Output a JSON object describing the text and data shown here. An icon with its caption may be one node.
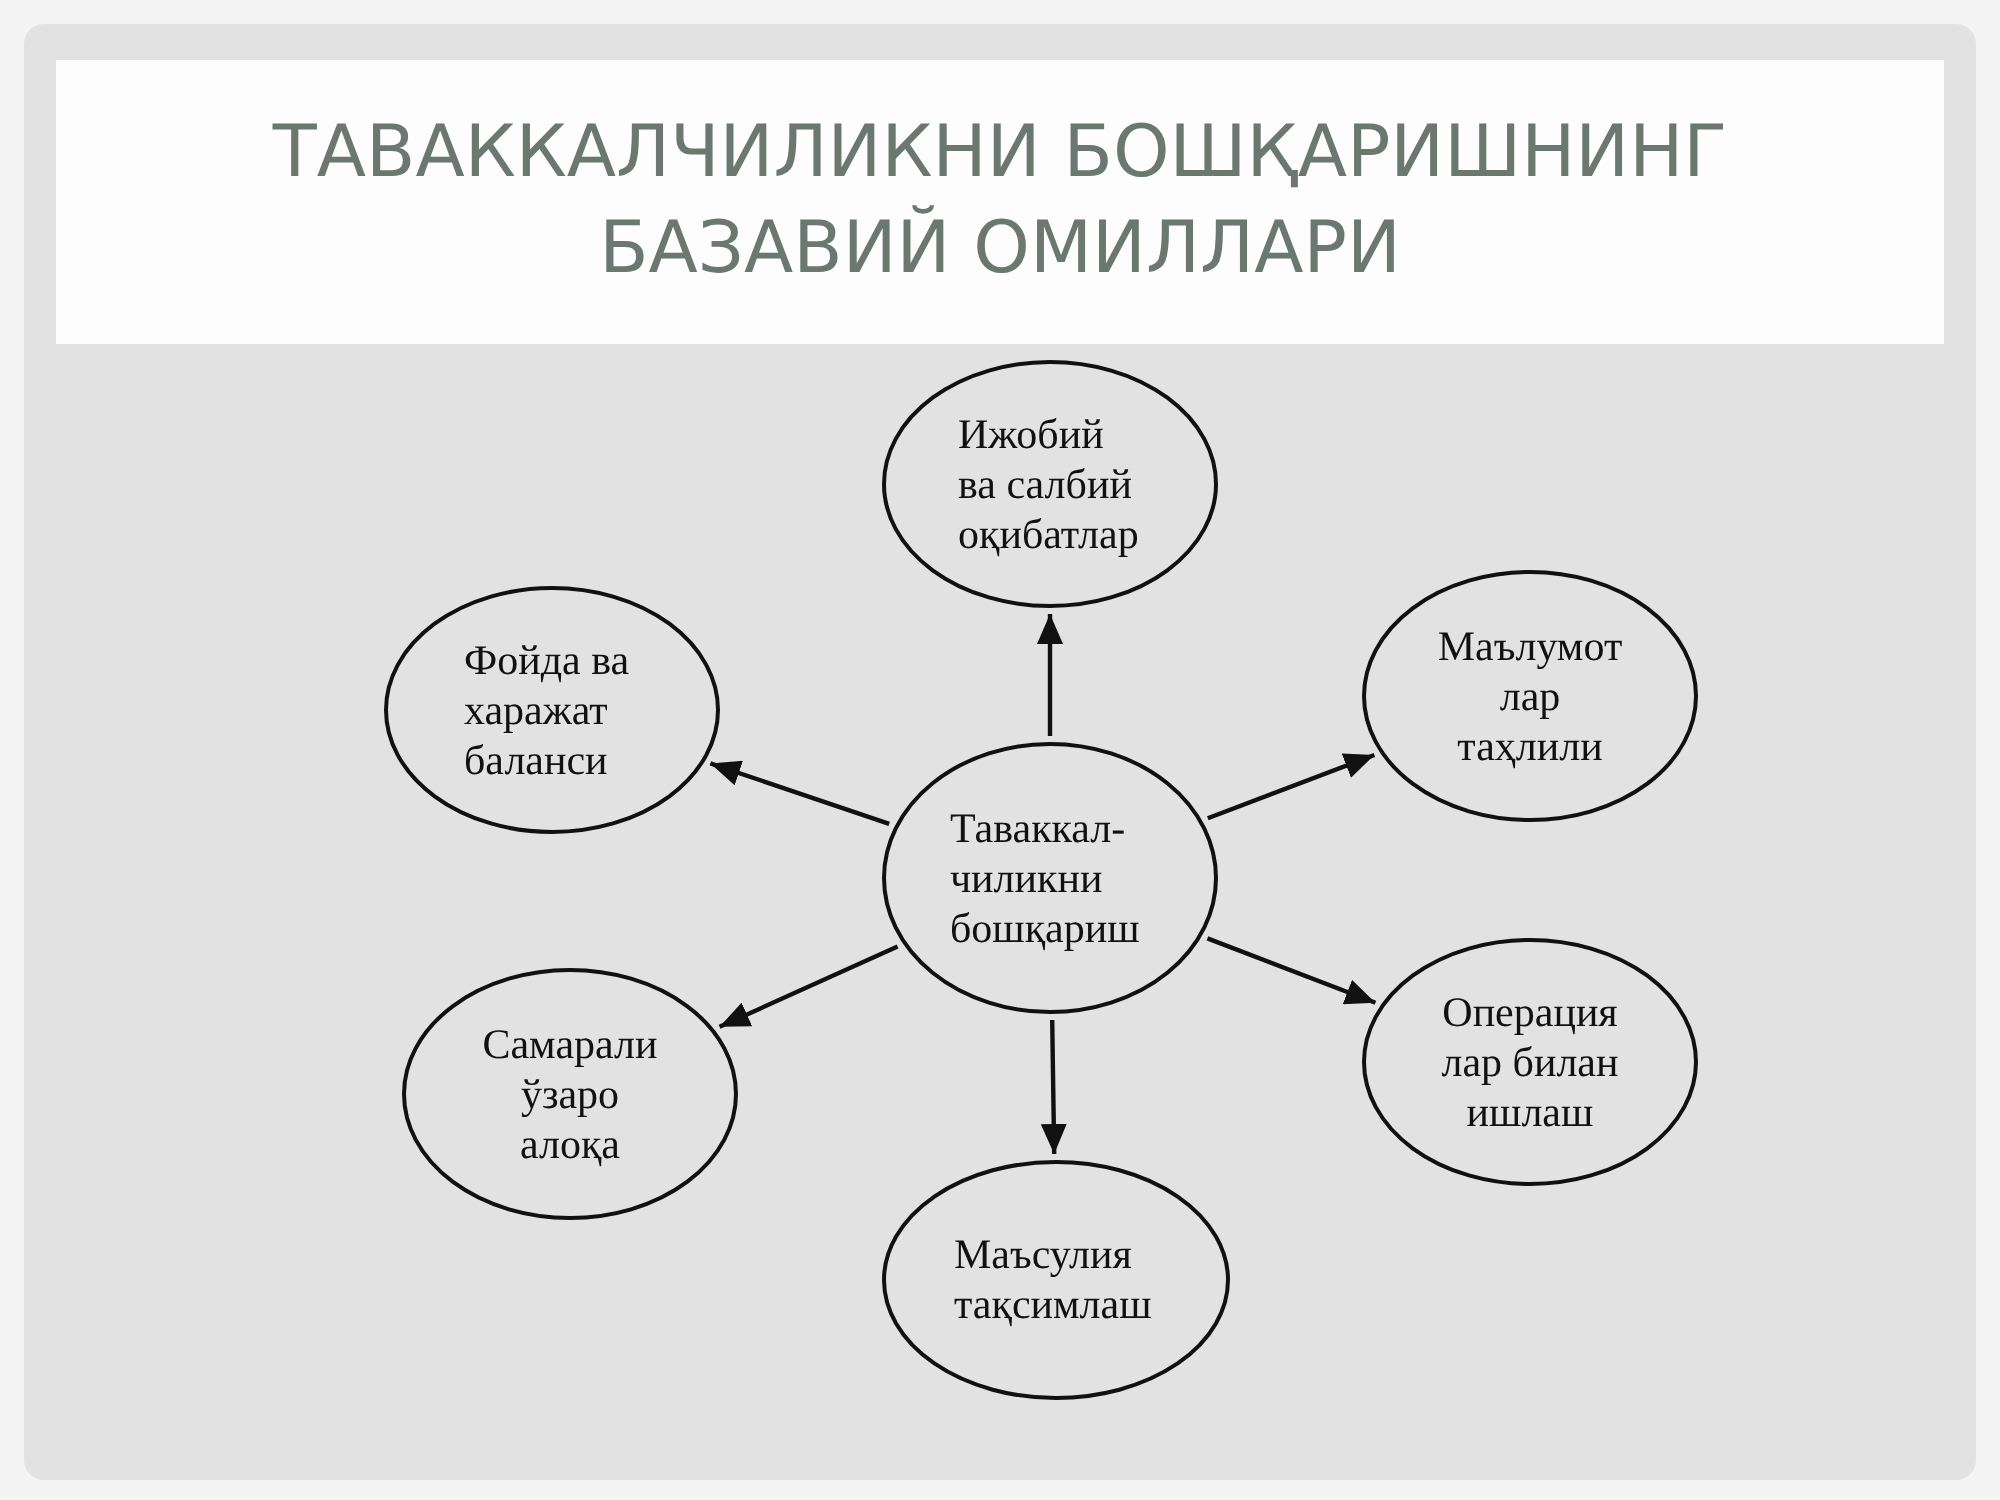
{
  "diagram": {
    "title": "ТАВАККАЛЧИЛИКНИ БОШҚАРИШНИНГ БАЗАВИЙ ОМИЛЛАРИ",
    "nodes": [
      {
        "text": [
          "Ижобий ва салбий оқибатлар"
        ]
      },
      {
        "text": [
          "Фойда ва харажат баланси"
        ]
      },
      {
        "text": [
          "Маълумот лар таҳлили"
        ]
      },
      {
        "text": [
          "Таваккал- чиликни бошқариш"
        ]
      },
      {
        "text": [
          "Самарали ўзаро алоқа"
        ]
      },
      {
        "text": [
          "Операция лар билан ишлаш"
        ]
      },
      {
        "text": [
          "Маъсулия тақсимлаш"
        ]
      }
    ],
    "edges": [
      {
        "from": 3,
        "to": 0,
        "arrow": "to"
      },
      {
        "from": 3,
        "to": 1,
        "arrow": "to"
      },
      {
        "from": 3,
        "to": 2,
        "arrow": "to"
      },
      {
        "from": 3,
        "to": 4,
        "arrow": "to"
      },
      {
        "from": 3,
        "to": 5,
        "arrow": "to"
      },
      {
        "from": 3,
        "to": 6,
        "arrow": "to"
      }
    ]
  }
}
